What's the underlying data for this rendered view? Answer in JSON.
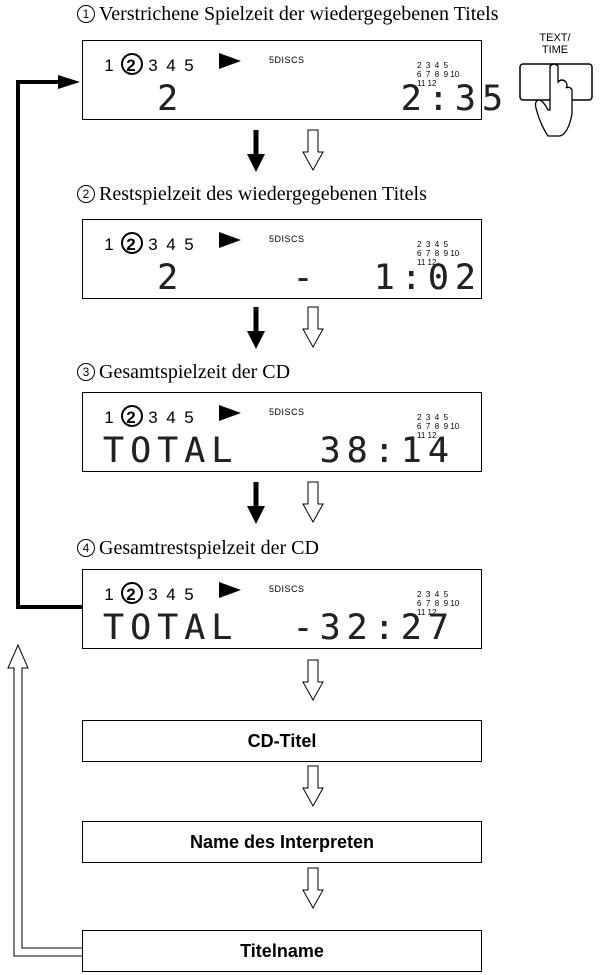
{
  "panels": [
    {
      "heading_num": "1",
      "heading": "Verstrichene Spielzeit der wiedergegebenen Titels",
      "discs": [
        "1",
        "2",
        "3",
        "4",
        "5"
      ],
      "current_disc": "2",
      "fivediscs": "5DISCS",
      "tracks": "2  3  4  5\n6  7  8  9 10\n11 12",
      "display": "  2        2:35"
    },
    {
      "heading_num": "2",
      "heading": "Restspielzeit des wiedergegebenen Titels",
      "discs": [
        "1",
        "2",
        "3",
        "4",
        "5"
      ],
      "current_disc": "2",
      "fivediscs": "5DISCS",
      "tracks": "2  3  4  5\n6  7  8  9 10\n11 12",
      "display": "  2    -  1:02"
    },
    {
      "heading_num": "3",
      "heading": "Gesamtspielzeit der CD",
      "discs": [
        "1",
        "2",
        "3",
        "4",
        "5"
      ],
      "current_disc": "2",
      "fivediscs": "5DISCS",
      "tracks": "2  3  4  5\n6  7  8  9 10\n11 12",
      "display": "TOTAL   38:14"
    },
    {
      "heading_num": "4",
      "heading": "Gesamtrestspielzeit der CD",
      "discs": [
        "1",
        "2",
        "3",
        "4",
        "5"
      ],
      "current_disc": "2",
      "fivediscs": "5DISCS",
      "tracks": "2  3  4  5\n6  7  8  9 10\n11 12",
      "display": "TOTAL  -32:27"
    }
  ],
  "text_boxes": [
    "CD-Titel",
    "Name des Interpreten",
    "Titelname"
  ],
  "button": {
    "label_line1": "TEXT/",
    "label_line2": "TIME"
  }
}
